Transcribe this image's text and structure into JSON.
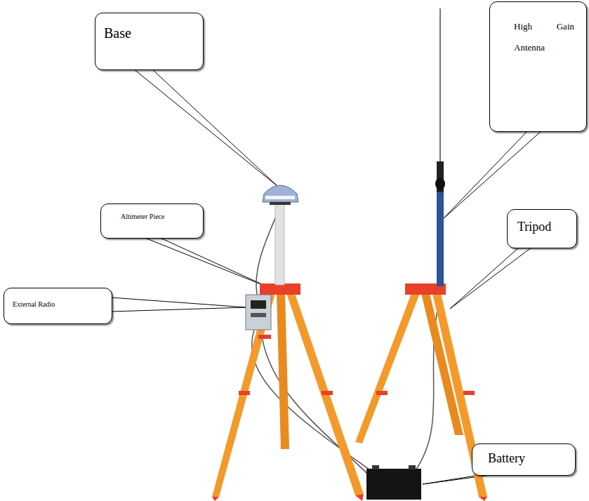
{
  "diagram": {
    "nodes": [
      {
        "text": [
          "Base"
        ]
      },
      {
        "text": [
          "High Gain Antenna"
        ]
      },
      {
        "text": [
          "Altimeter Piece"
        ]
      },
      {
        "text": [
          "Tripod"
        ]
      },
      {
        "text": [
          "External Radio"
        ]
      },
      {
        "text": [
          "Battery"
        ]
      }
    ]
  }
}
